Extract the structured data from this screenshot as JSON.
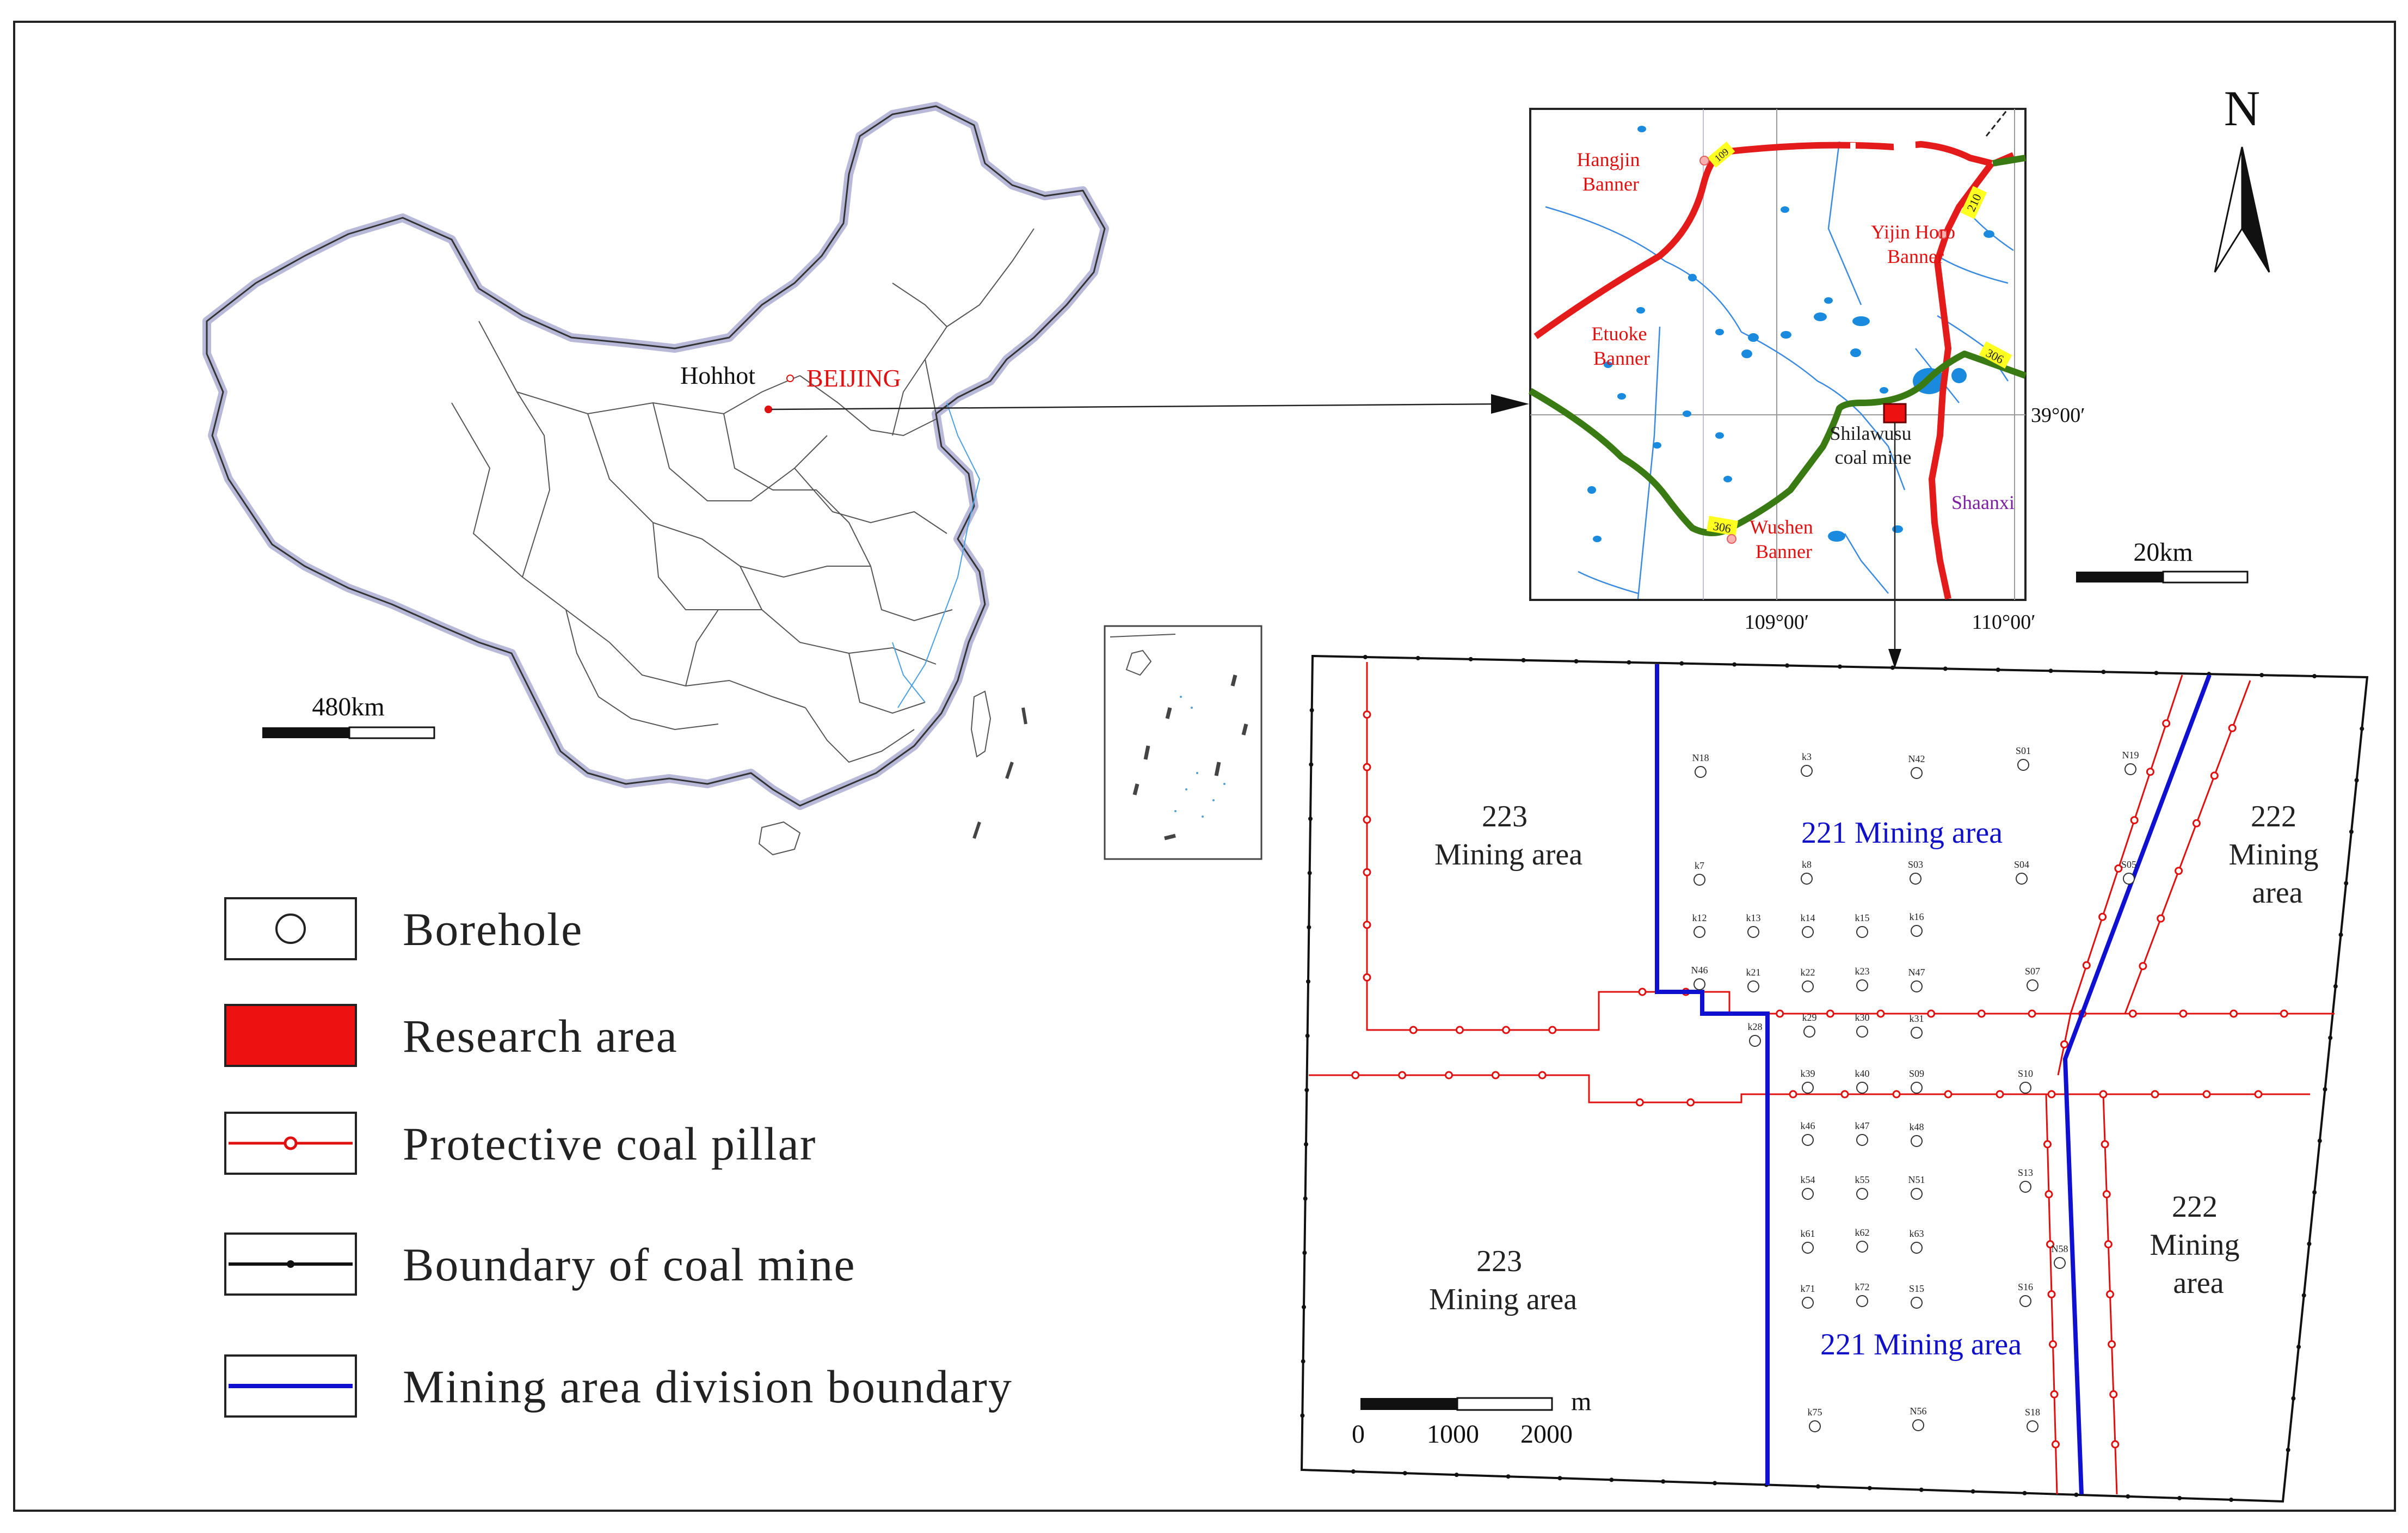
{
  "china_map": {
    "labels": {
      "hohhot": "Hohhot",
      "beijing": "BEIJING"
    },
    "scale_label": "480km"
  },
  "locator_map": {
    "place_labels": [
      {
        "id": "hangjin",
        "lines": [
          "Hangjin",
          "Banner"
        ]
      },
      {
        "id": "etuoke",
        "lines": [
          "Etuoke",
          "Banner"
        ]
      },
      {
        "id": "yijin",
        "lines": [
          "Yijin Horo",
          "Banner"
        ]
      },
      {
        "id": "wushen",
        "lines": [
          "Wushen",
          "Banner"
        ]
      }
    ],
    "mine_label": [
      "Shilawusu",
      "coal mine"
    ],
    "province_label": "Shaanxi",
    "road_labels": [
      "306",
      "306",
      "210",
      "109"
    ],
    "coords": {
      "lat": "39°00′",
      "lon_left": "109°00′",
      "lon_right": "110°00′"
    },
    "scale_label": "20km",
    "north_label": "N"
  },
  "legend": {
    "items": [
      {
        "symbol": "borehole",
        "label": "Borehole"
      },
      {
        "symbol": "research-area",
        "label": "Research area",
        "color": "#ee1111"
      },
      {
        "symbol": "coal-pillar",
        "label": "Protective coal pillar",
        "color": "#e01010"
      },
      {
        "symbol": "mine-boundary",
        "label": "Boundary of coal mine",
        "color": "#111111"
      },
      {
        "symbol": "division-boundary",
        "label": "Mining area division boundary",
        "color": "#1010d0"
      }
    ]
  },
  "mine_plan": {
    "areas": [
      {
        "id": "223-nw",
        "lines": [
          "223",
          "Mining area"
        ]
      },
      {
        "id": "221-n",
        "lines": [
          "221 Mining area"
        ],
        "blue": true
      },
      {
        "id": "222-ne",
        "lines": [
          "222",
          "Mining",
          "area"
        ]
      },
      {
        "id": "223-sw",
        "lines": [
          "223",
          "Mining area"
        ]
      },
      {
        "id": "221-s",
        "lines": [
          "221 Mining area"
        ],
        "blue": true
      },
      {
        "id": "222-se",
        "lines": [
          "222",
          "Mining",
          "area"
        ]
      }
    ],
    "boreholes": [
      "N18",
      "k3",
      "N42",
      "S01",
      "N19",
      "k7",
      "k8",
      "S03",
      "S04",
      "S05",
      "k12",
      "k13",
      "k14",
      "k15",
      "k16",
      "N46",
      "k21",
      "k22",
      "k23",
      "N47",
      "S07",
      "k28",
      "k29",
      "k30",
      "k31",
      "k39",
      "k40",
      "S09",
      "S10",
      "k46",
      "k47",
      "k48",
      "k54",
      "k55",
      "N51",
      "S13",
      "k61",
      "k62",
      "k63",
      "N58",
      "k71",
      "k72",
      "S15",
      "S16",
      "k75",
      "N56",
      "S18"
    ],
    "scale": {
      "unit": "m",
      "ticks": [
        "0",
        "1000",
        "2000"
      ]
    }
  },
  "colors": {
    "pillar": "#e01010",
    "division": "#1010d0",
    "research": "#ee1111",
    "road_green": "#3a7a12",
    "water": "#1a8adf"
  }
}
